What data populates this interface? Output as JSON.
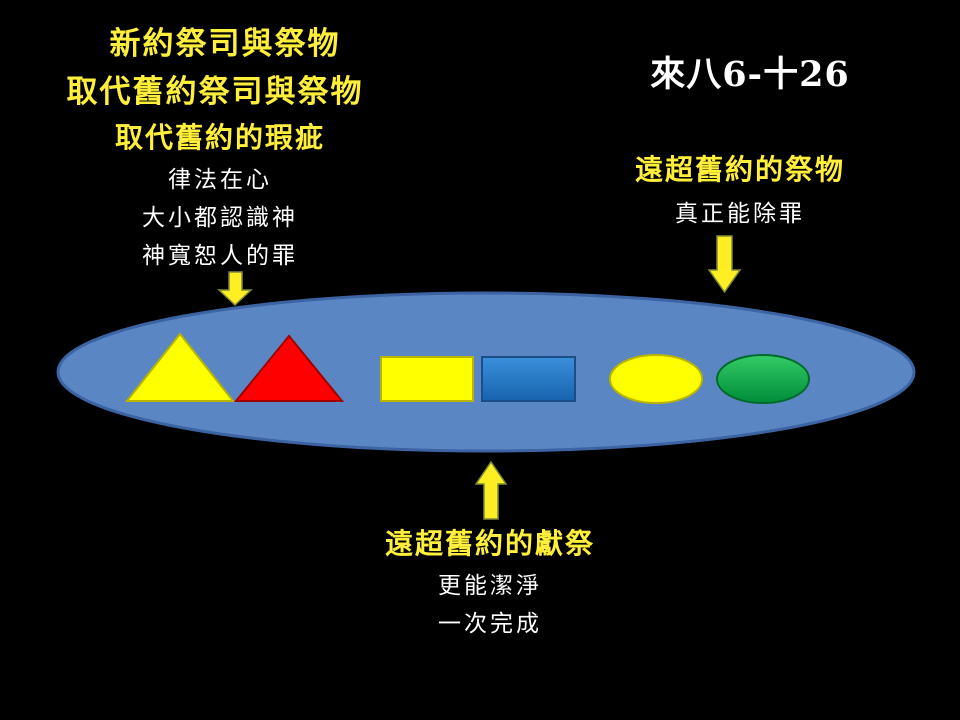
{
  "left_panel": {
    "title_line1": "新約祭司與祭物",
    "title_line2": "取代舊約祭司與祭物",
    "subtitle": "取代舊約的瑕疵",
    "bullets": [
      "律法在心",
      "大小都認識神",
      "神寬恕人的罪"
    ]
  },
  "reference": "來八6-十26",
  "right_panel": {
    "heading": "遠超舊約的祭物",
    "bullet": "真正能除罪"
  },
  "bottom_panel": {
    "heading": "遠超舊約的獻祭",
    "bullets": [
      "更能潔淨",
      "一次完成"
    ]
  },
  "colors": {
    "background": "#000000",
    "ellipse": "#5b86c4",
    "ellipse_border": "#3c64a3",
    "heading_text": "#ffef3a",
    "body_text": "#ffffff",
    "arrow": "#ffee22",
    "arrow_border": "#7f8a3a",
    "triangle_yellow": "#ffff00",
    "triangle_red": "#ff0000",
    "rect_yellow": "#ffff00",
    "rect_blue": "#1f77c8",
    "oval_yellow": "#ffff00",
    "oval_green": "#00b050"
  },
  "shapes": [
    {
      "name": "yellow-triangle",
      "kind": "triangle",
      "color": "yellow"
    },
    {
      "name": "red-triangle",
      "kind": "triangle",
      "color": "red"
    },
    {
      "name": "yellow-rectangle",
      "kind": "rectangle",
      "color": "yellow"
    },
    {
      "name": "blue-rectangle",
      "kind": "rectangle",
      "color": "blue"
    },
    {
      "name": "yellow-oval",
      "kind": "oval",
      "color": "yellow"
    },
    {
      "name": "green-oval",
      "kind": "oval",
      "color": "green"
    }
  ],
  "arrows": [
    {
      "name": "down-arrow-left",
      "direction": "down"
    },
    {
      "name": "down-arrow-right",
      "direction": "down"
    },
    {
      "name": "up-arrow-bottom",
      "direction": "up"
    }
  ]
}
